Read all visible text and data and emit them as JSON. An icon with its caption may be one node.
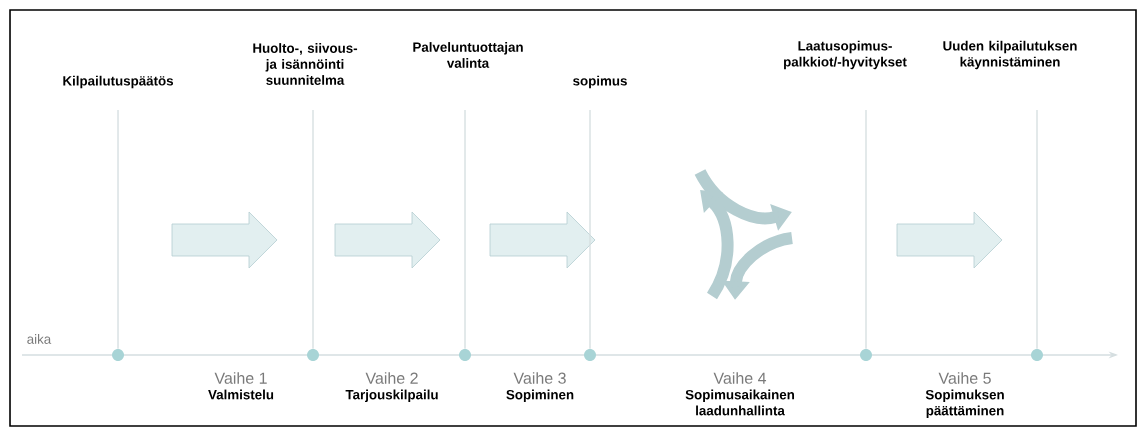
{
  "diagram": {
    "nodes": [
      {
        "text": [
          "Kilpailutuspäätös"
        ]
      },
      {
        "text": [
          "Huolto-, siivous- ja isännöinti suunnitelma"
        ]
      },
      {
        "text": [
          "Palveluntuottajan valinta"
        ]
      },
      {
        "text": [
          "sopimus"
        ]
      },
      {
        "text": [
          "Laatusopimus- palkkiot/-hyvitykset"
        ]
      },
      {
        "text": [
          "Uuden kilpailutuksen käynnistäminen"
        ]
      },
      {
        "text": [],
        "shape": "circle"
      },
      {
        "text": [],
        "shape": "circle"
      },
      {
        "text": [],
        "shape": "circle"
      },
      {
        "text": [],
        "shape": "circle"
      },
      {
        "text": [],
        "shape": "circle"
      },
      {
        "text": [],
        "shape": "circle"
      }
    ],
    "edges": [
      {
        "from": 0,
        "to": 6,
        "arrow": "none"
      },
      {
        "from": 1,
        "to": 7,
        "arrow": "none"
      },
      {
        "from": 2,
        "to": 8,
        "arrow": "none"
      },
      {
        "from": 3,
        "to": 9,
        "arrow": "none"
      },
      {
        "from": 4,
        "to": 10,
        "arrow": "none"
      },
      {
        "from": 5,
        "to": 11,
        "arrow": "none"
      }
    ],
    "labels": [
      "aika",
      "Vaihe 1",
      "Valmistelu",
      "Vaihe 2",
      "Tarjouskilpailu",
      "Vaihe 3",
      "Sopiminen",
      "Vaihe 4",
      "Sopimusaikainen laadunhallinta",
      "Vaihe 5",
      "Sopimuksen päättäminen"
    ]
  }
}
